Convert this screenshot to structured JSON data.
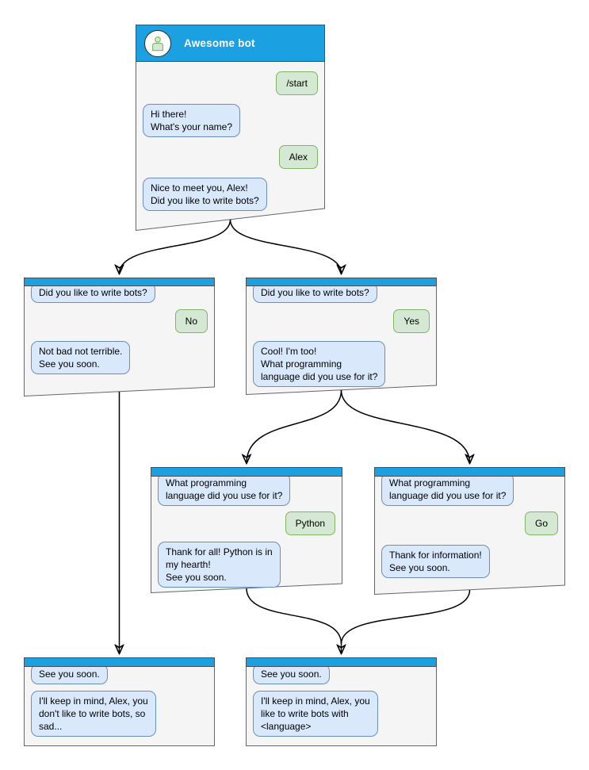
{
  "colors": {
    "accent": "#1ba1e2",
    "header_text": "#ffffff",
    "panel_fill": "#f5f5f5",
    "panel_border": "#666666",
    "bot_bubble_fill": "#dae8fc",
    "bot_bubble_border": "#6c8ebf",
    "user_bubble_fill": "#d5e8d4",
    "user_bubble_border": "#82b366",
    "arrow": "#000000"
  },
  "nodes": {
    "root": {
      "title": "Awesome bot",
      "messages": [
        {
          "from": "user",
          "text": "/start"
        },
        {
          "from": "bot",
          "text": "Hi there!\nWhat's your name?"
        },
        {
          "from": "user",
          "text": "Alex"
        },
        {
          "from": "bot",
          "text": "Nice to meet you, Alex!\nDid you like to write bots?"
        }
      ]
    },
    "branch_no": {
      "messages": [
        {
          "from": "bot",
          "text": "Did you like to write bots?"
        },
        {
          "from": "user",
          "text": "No"
        },
        {
          "from": "bot",
          "text": "Not bad not terrible.\nSee you soon."
        }
      ]
    },
    "branch_yes": {
      "messages": [
        {
          "from": "bot",
          "text": "Did you like to write bots?"
        },
        {
          "from": "user",
          "text": "Yes"
        },
        {
          "from": "bot",
          "text": "Cool! I'm too!\nWhat programming\nlanguage did you use for it?"
        }
      ]
    },
    "branch_python": {
      "messages": [
        {
          "from": "bot",
          "text": "What programming\nlanguage did you use for it?"
        },
        {
          "from": "user",
          "text": "Python"
        },
        {
          "from": "bot",
          "text": "Thank for all! Python is in\nmy hearth!\nSee you soon."
        }
      ]
    },
    "branch_go": {
      "messages": [
        {
          "from": "bot",
          "text": "What programming\nlanguage did you use for it?"
        },
        {
          "from": "user",
          "text": "Go"
        },
        {
          "from": "bot",
          "text": "Thank for information!\nSee you soon."
        }
      ]
    },
    "end_no": {
      "messages": [
        {
          "from": "bot",
          "text": "See you soon."
        },
        {
          "from": "bot",
          "text": "I'll keep in mind, Alex, you\ndon't like to write bots, so\nsad..."
        }
      ]
    },
    "end_yes": {
      "messages": [
        {
          "from": "bot",
          "text": "See you soon."
        },
        {
          "from": "bot",
          "text": "I'll keep in mind, Alex, you\nlike to write bots with\n<language>"
        }
      ]
    }
  },
  "edges": [
    {
      "from": "root",
      "to": "branch_no"
    },
    {
      "from": "root",
      "to": "branch_yes"
    },
    {
      "from": "branch_yes",
      "to": "branch_python"
    },
    {
      "from": "branch_yes",
      "to": "branch_go"
    },
    {
      "from": "branch_no",
      "to": "end_no"
    },
    {
      "from": "branch_python",
      "to": "end_yes"
    },
    {
      "from": "branch_go",
      "to": "end_yes"
    }
  ]
}
